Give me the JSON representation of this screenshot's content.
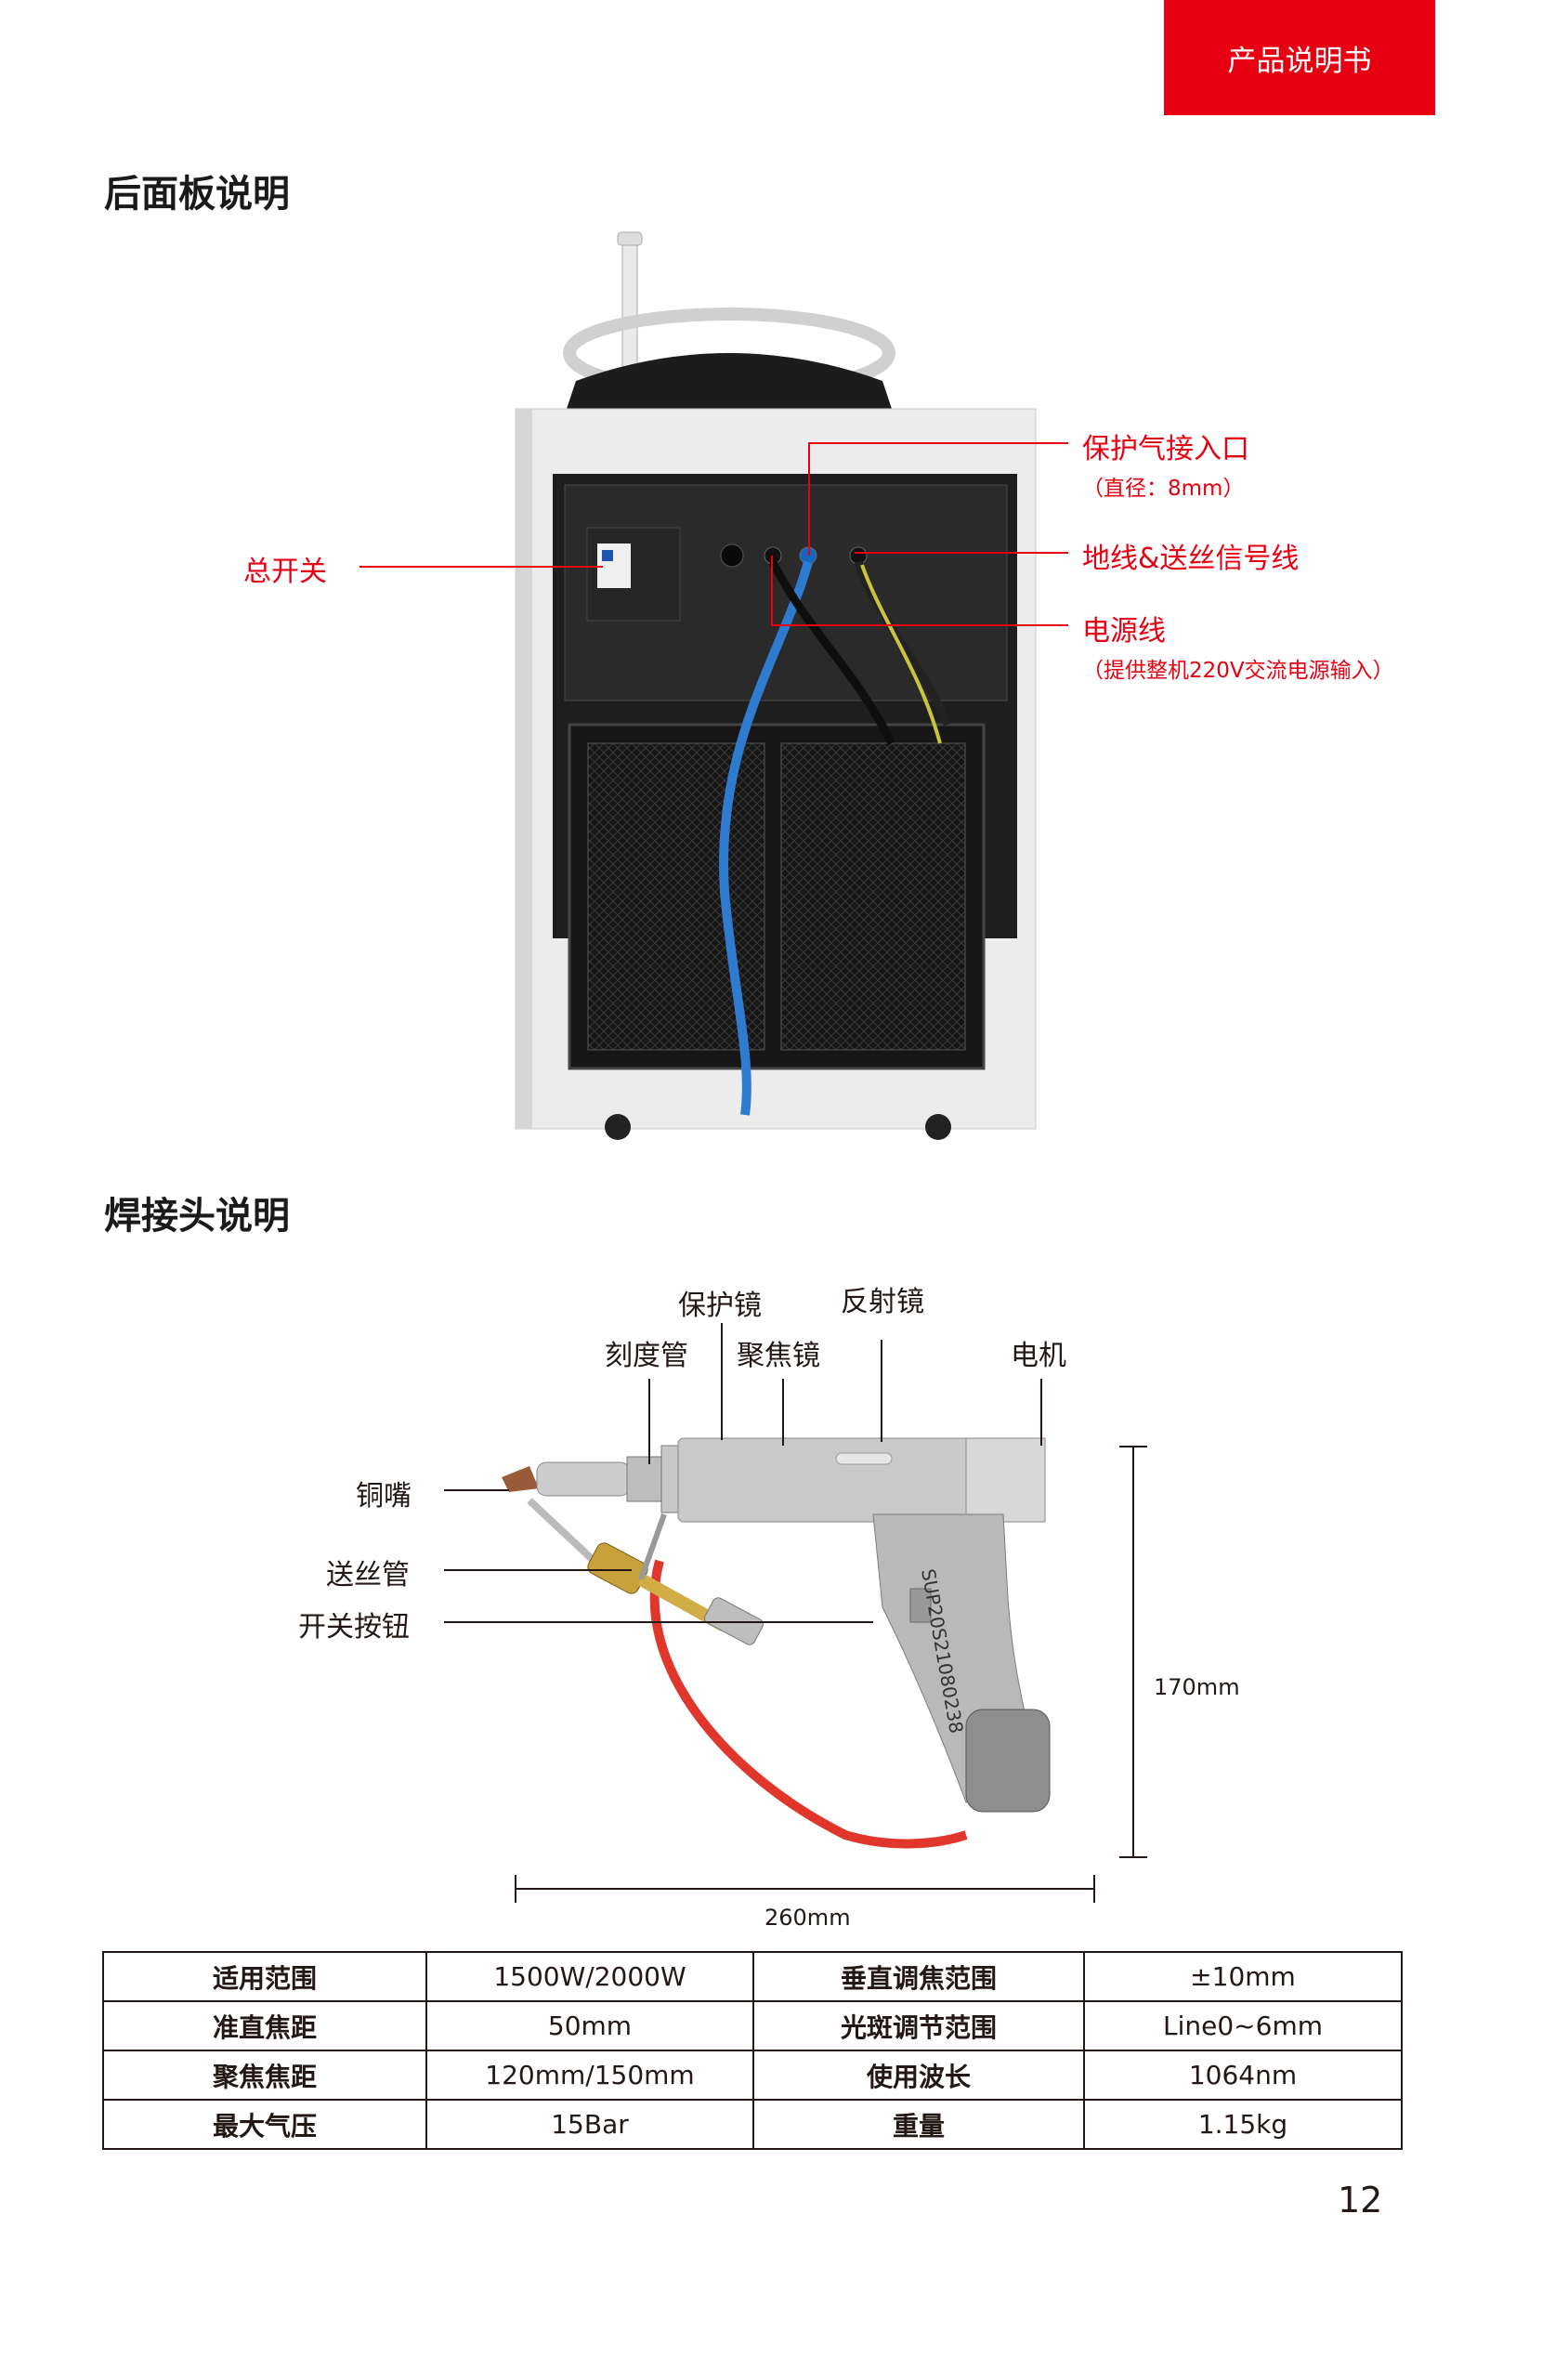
{
  "header": {
    "banner": "产品说明书"
  },
  "rear_panel": {
    "title": "后面板说明",
    "labels": {
      "main_switch": "总开关",
      "gas_inlet": "保护气接入口",
      "gas_inlet_note": "（直径：8mm）",
      "ground_wire": "地线&送丝信号线",
      "power_cable": "电源线",
      "power_cable_note": "（提供整机220V交流电源输入）"
    }
  },
  "welding_head": {
    "title": "焊接头说明",
    "labels": {
      "protective_lens": "保护镜",
      "reflector": "反射镜",
      "scale_tube": "刻度管",
      "focusing_lens": "聚焦镜",
      "motor": "电机",
      "copper_nozzle": "铜嘴",
      "wire_feed_tube": "送丝管",
      "switch_button": "开关按钮"
    },
    "serial": "SUP20S21080238",
    "dimensions": {
      "height": "170mm",
      "width": "260mm"
    }
  },
  "spec_table": {
    "rows": [
      [
        "适用范围",
        "1500W/2000W",
        "垂直调焦范围",
        "±10mm"
      ],
      [
        "准直焦距",
        "50mm",
        "光斑调节范围",
        "Line0~6mm"
      ],
      [
        "聚焦焦距",
        "120mm/150mm",
        "使用波长",
        "1064nm"
      ],
      [
        "最大气压",
        "15Bar",
        "重量",
        "1.15kg"
      ]
    ]
  },
  "page_number": "12"
}
